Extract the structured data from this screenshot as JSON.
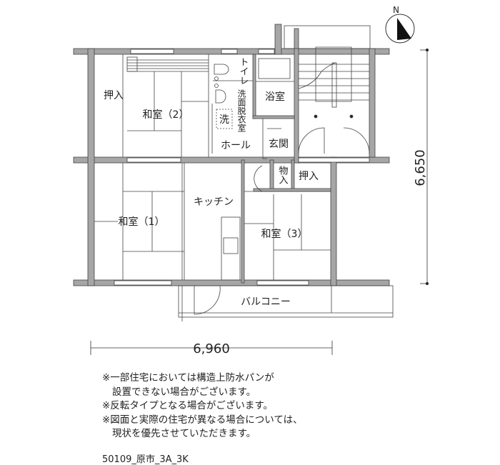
{
  "rooms": {
    "oshiire_left": "押入",
    "washitsu2": "和室（2）",
    "washitsu1": "和室（1）",
    "washitsu3": "和室（3）",
    "kitchen": "キッチン",
    "hall": "ホール",
    "genkan": "玄関",
    "bath": "浴室",
    "toilet": "トイレ",
    "washroom": "洗面脱衣室",
    "washer": "洗",
    "storage": "物入",
    "oshiire_right": "押入",
    "balcony": "バルコニー"
  },
  "dimensions": {
    "height": "6,650",
    "width": "6,960"
  },
  "compass": {
    "label": "N"
  },
  "notes": [
    "※一部住宅においては構造上防水パンが",
    "設置できない場合がございます。",
    "※反転タイプとなる場合がございます。",
    "※図面と実際の住宅が異なる場合については、",
    "現状を優先させていただきます。"
  ],
  "code": "50109_原市_3A_3K",
  "colors": {
    "wall": "#a6a6a6",
    "line": "#333333"
  }
}
